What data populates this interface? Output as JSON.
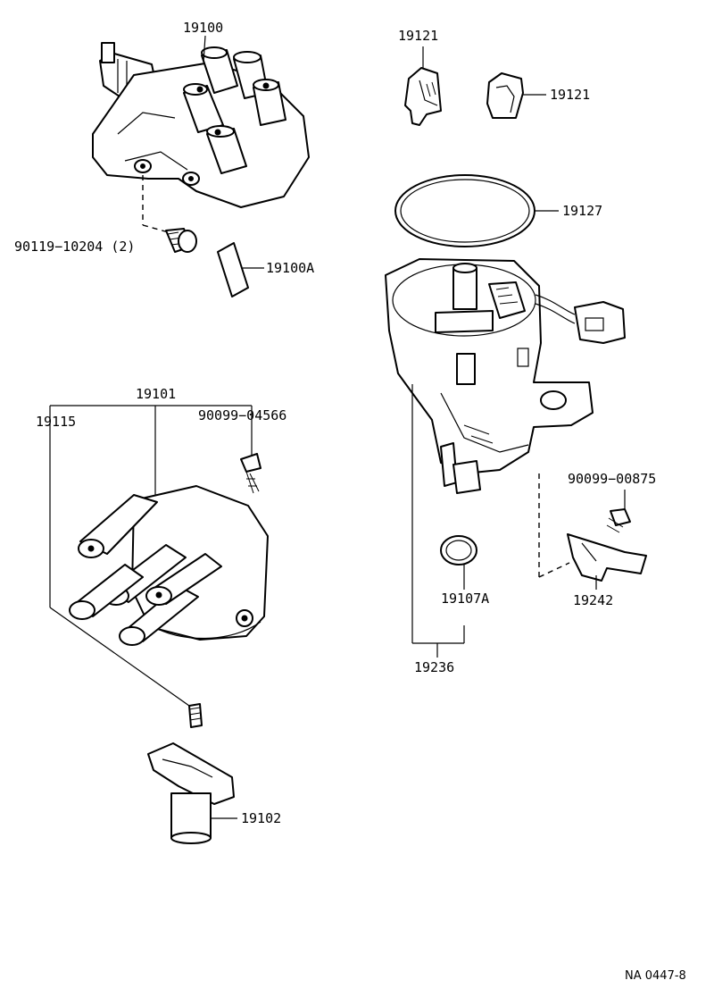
{
  "parts": {
    "p19100": "19100",
    "p19121_a": "19121",
    "p19121_b": "19121",
    "p19127": "19127",
    "p90119": "90119−10204 (2)",
    "p19100A": "19100A",
    "p19101": "19101",
    "p19115": "19115",
    "p90099_04566": "90099−04566",
    "p90099_00875": "90099−00875",
    "p19107A": "19107A",
    "p19242": "19242",
    "p19236": "19236",
    "p19102": "19102"
  },
  "footer": {
    "figure_code": "NA 0447-8"
  }
}
